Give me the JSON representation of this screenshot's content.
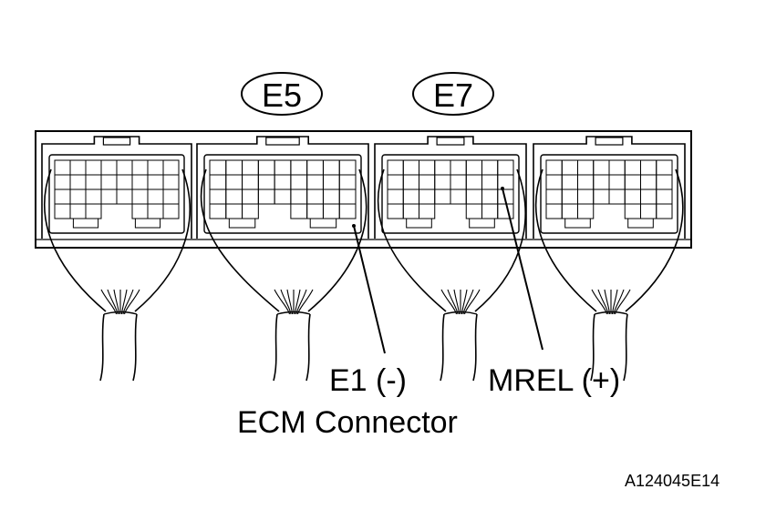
{
  "connector_labels": {
    "left": "E5",
    "right": "E7"
  },
  "terminals": {
    "ground": "E1 (-)",
    "power": "MREL (+)"
  },
  "title": "ECM Connector",
  "figure_id": "A124045E14"
}
